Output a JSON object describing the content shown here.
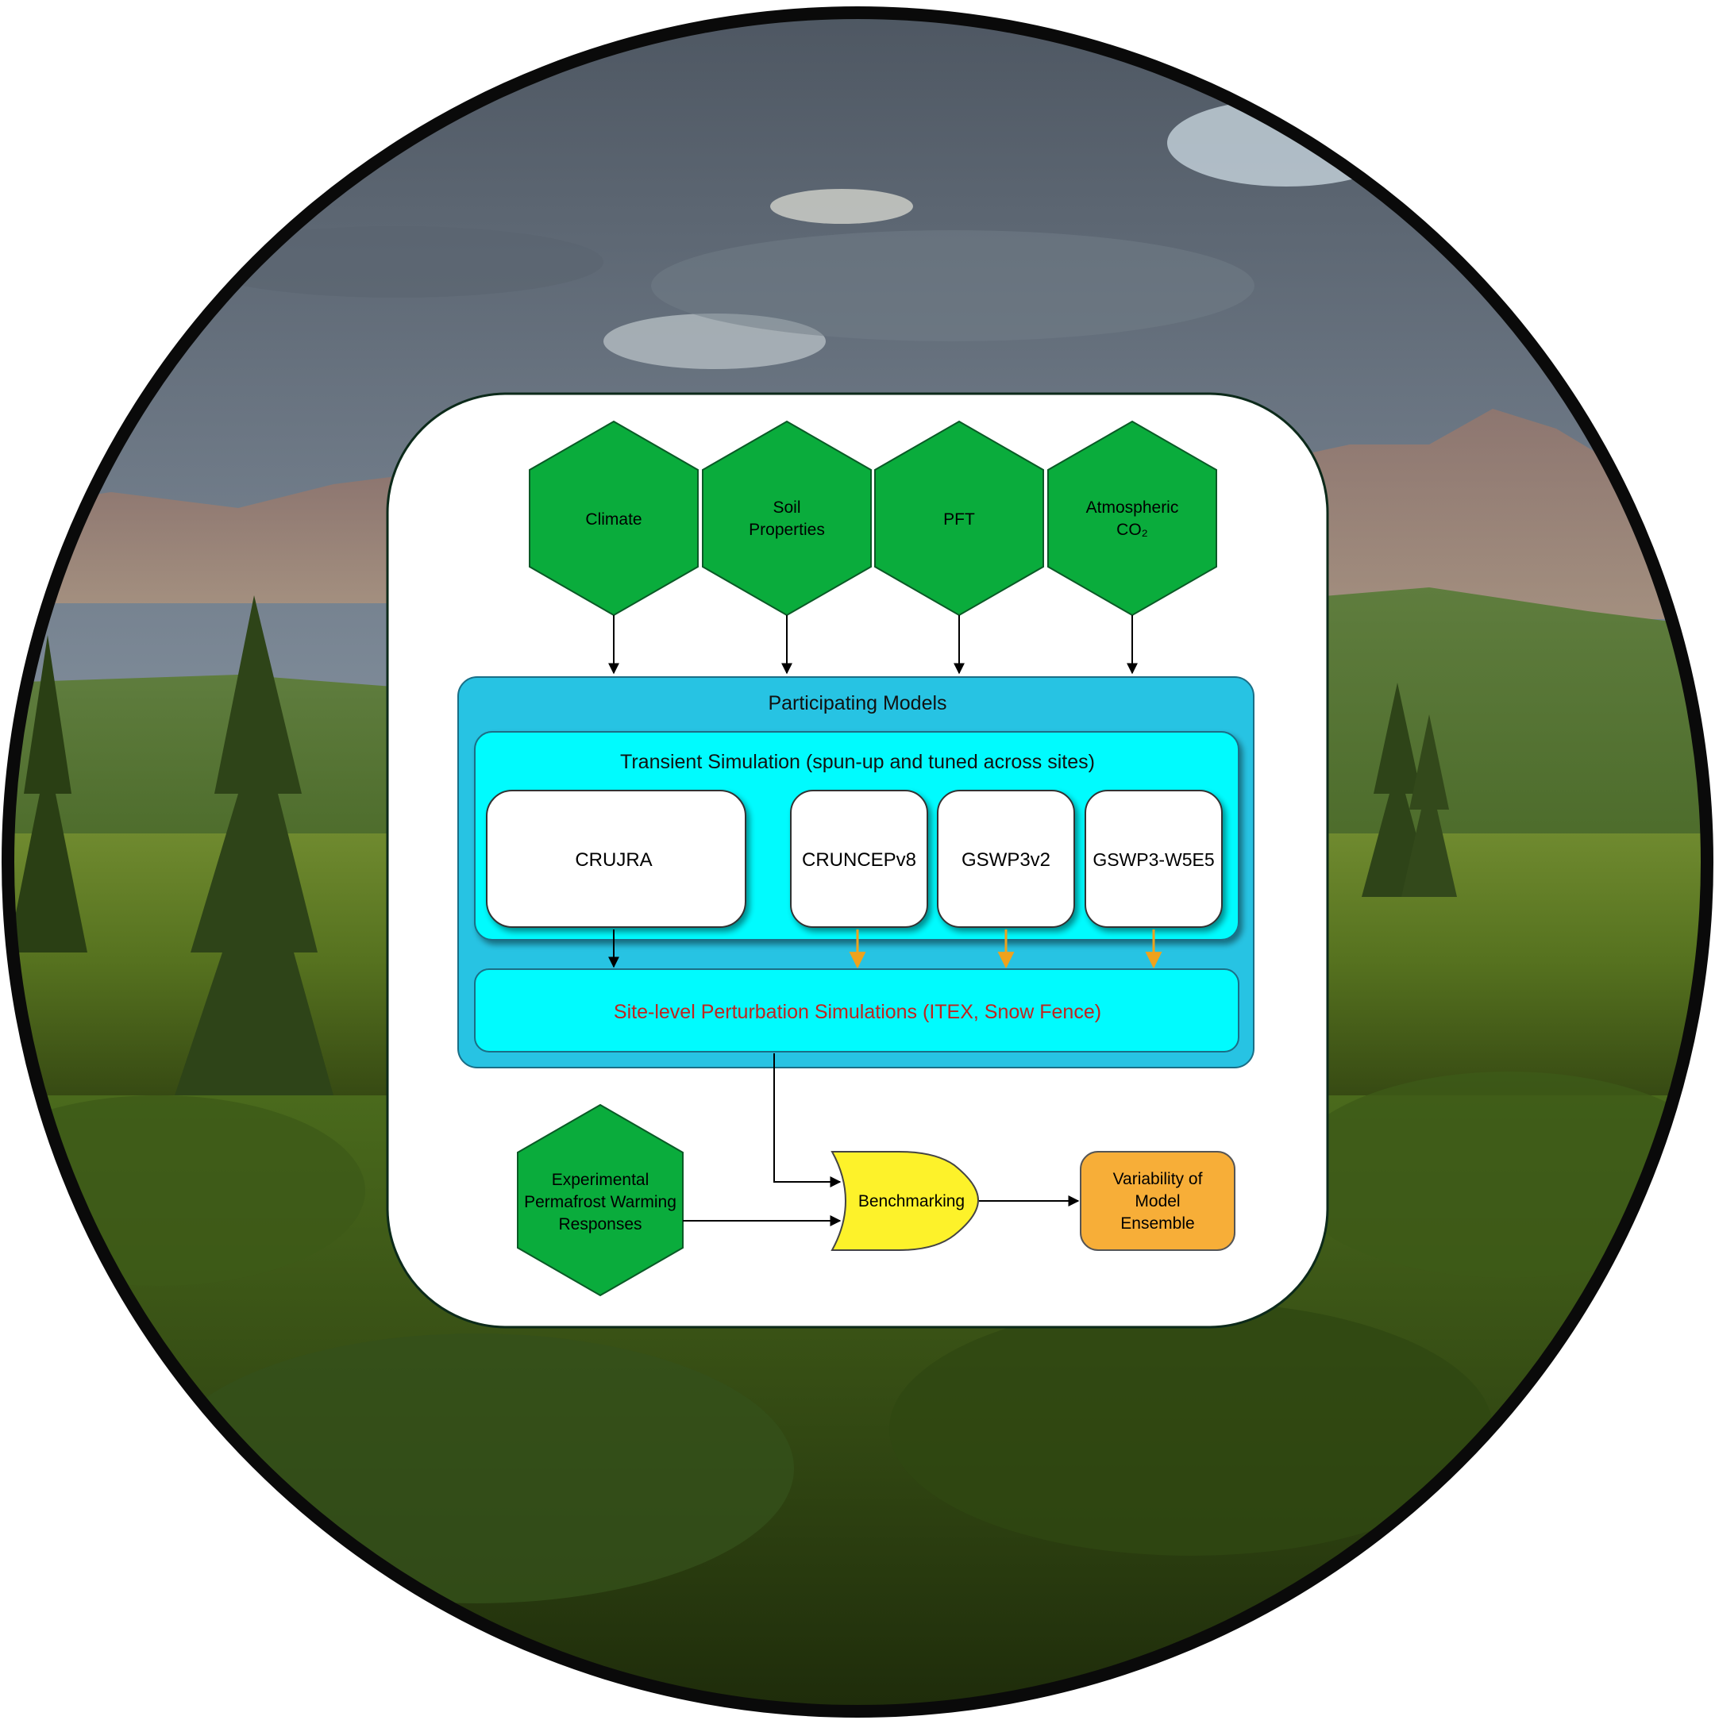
{
  "inputs": {
    "climate": "Climate",
    "soil_line1": "Soil",
    "soil_line2": "Properties",
    "pft": "PFT",
    "co2_line1": "Atmospheric",
    "co2_line2": "CO₂"
  },
  "participating_models": {
    "title": "Participating Models",
    "transient": {
      "title": "Transient  Simulation (spun-up and tuned across sites)",
      "forcings": [
        "CRUJRA",
        "CRUNCEPv8",
        "GSWP3v2",
        "GSWP3-W5E5"
      ]
    },
    "perturbation": "Site-level Perturbation Simulations (ITEX, Snow Fence)"
  },
  "experimental": {
    "line1": "Experimental",
    "line2": "Permafrost Warming",
    "line3": "Responses"
  },
  "benchmarking": "Benchmarking",
  "variability": {
    "line1": "Variability of",
    "line2": "Model",
    "line3": "Ensemble"
  },
  "colors": {
    "hexagon_green": "#0aac3c",
    "outer_blue": "#27c3e3",
    "inner_cyan": "#00fbfe",
    "benchmark_yellow": "#fdf22a",
    "variability_orange": "#f7ae38",
    "arrow_orange": "#f0a21c",
    "perturbation_text": "#c0241f"
  }
}
